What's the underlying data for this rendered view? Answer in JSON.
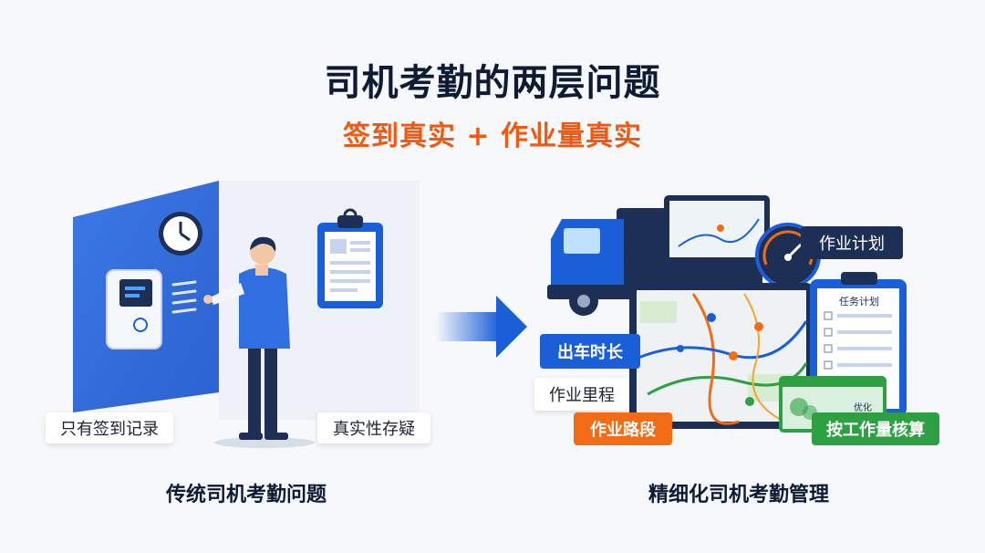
{
  "title": "司机考勤的两层问题",
  "subtitle": "签到真实 + 作业量真实",
  "left": {
    "tags": {
      "sign_only": "只有签到记录",
      "doubt": "真实性存疑"
    },
    "caption": "传统司机考勤问题"
  },
  "right": {
    "tags": {
      "duration": "出车时长",
      "mileage": "作业里程",
      "route": "作业路段",
      "settlement": "按工作量核算",
      "plan": "作业计划"
    },
    "clipboard_title": "任务计划",
    "card_label": "优化",
    "caption": "精细化司机考勤管理"
  },
  "colors": {
    "title": "#0f1b33",
    "subtitle_accent": "#ee5a12",
    "primary_blue": "#1a5fd8",
    "orange": "#f26b15",
    "green": "#2ea043",
    "navy": "#1e2f55"
  }
}
